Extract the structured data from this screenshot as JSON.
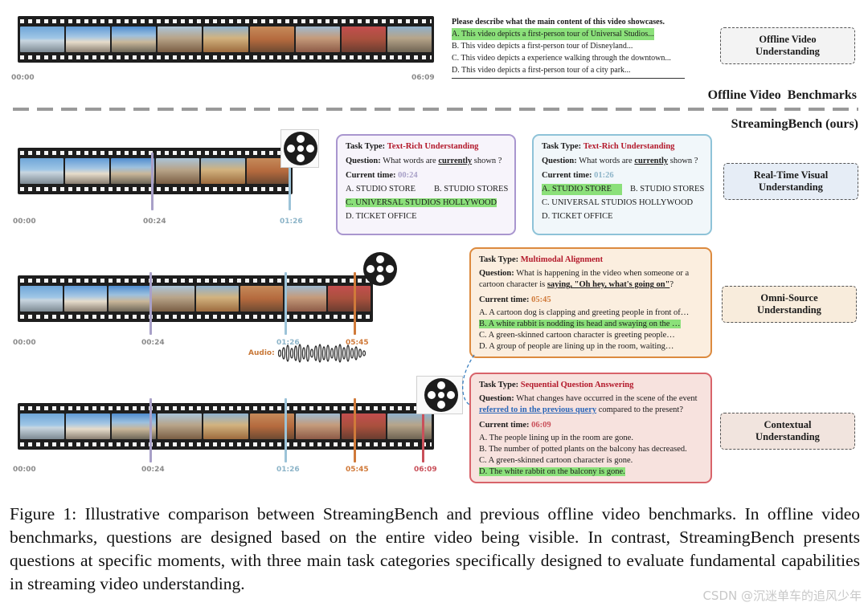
{
  "offline": {
    "start": "00:00",
    "end": "06:09",
    "question": "Please describe what the main content of this video showcases.",
    "options": [
      "A. This video depicts a first-person tour of Universal Studios...",
      "B. This video depicts a first-person tour of Disneyland...",
      "C. This video depicts a experience walking through the downtown...",
      "D. This video depicts a first-person tour of a city park..."
    ],
    "category": "Offline Video Understanding",
    "benchmark_label": "Offline Video  Benchmarks"
  },
  "streaming_label": "StreamingBench (ours)",
  "realtime": {
    "ticks": [
      "00:00",
      "00:24",
      "01:26"
    ],
    "category": "Real-Time Visual Understanding",
    "box1": {
      "task_prefix": "Task Type:",
      "task": "Text-Rich Understanding",
      "q_prefix": "Question:",
      "q_start": "What words are",
      "q_under": "currently",
      "q_end": "shown ?",
      "time_prefix": "Current time:",
      "time": "00:24",
      "opt_a": "A. STUDIO STORE",
      "opt_b": "B. STUDIO STORES",
      "opt_c": "C. UNIVERSAL STUDIOS HOLLYWOOD",
      "opt_d": "D. TICKET OFFICE"
    },
    "box2": {
      "task_prefix": "Task Type:",
      "task": "Text-Rich Understanding",
      "q_prefix": "Question:",
      "q_start": "What words are",
      "q_under": "currently",
      "q_end": "shown ?",
      "time_prefix": "Current time:",
      "time": "01:26",
      "opt_a": "A. STUDIO STORE",
      "opt_b": "B. STUDIO STORES",
      "opt_c": "C. UNIVERSAL STUDIOS HOLLYWOOD",
      "opt_d": "D. TICKET OFFICE"
    }
  },
  "omni": {
    "ticks": [
      "00:00",
      "00:24",
      "01:26",
      "05:45"
    ],
    "audio_label": "Audio:",
    "category": "Omni-Source Understanding",
    "box": {
      "task_prefix": "Task Type:",
      "task": "Multimodal Alignment",
      "q_prefix": "Question:",
      "q_line1": "What is happening in the video when someone or a",
      "q_line2_start": "cartoon character is",
      "q_line2_under": "saying, \"Oh hey, what's going on\"",
      "q_line2_end": "?",
      "time_prefix": "Current time:",
      "time": "05:45",
      "options": [
        "A. A cartoon dog is clapping and greeting people in front of…",
        "B. A white rabbit is nodding its head and swaying on the …",
        "C. A green-skinned cartoon character is greeting people…",
        "D. A group of people are lining up in the room, waiting…"
      ]
    }
  },
  "contextual": {
    "ticks": [
      "00:00",
      "00:24",
      "01:26",
      "05:45",
      "06:09"
    ],
    "category": "Contextual Understanding",
    "box": {
      "task_prefix": "Task Type:",
      "task": "Sequential Question Answering",
      "q_prefix": "Question:",
      "q_line1": "What changes have occurred in the scene of the event",
      "q_ref": "referred to in the previous query",
      "q_line2_end": "compared to the present?",
      "time_prefix": "Current time:",
      "time": "06:09",
      "options": [
        "A. The people lining up in the room are gone.",
        "B. The number of potted plants on the balcony has decreased.",
        "C. A green-skinned cartoon character is gone.",
        "D. The white rabbit on the balcony is gone."
      ]
    }
  },
  "caption": "Figure 1: Illustrative comparison between StreamingBench and previous offline video benchmarks. In offline video benchmarks, questions are designed based on the entire video being visible. In contrast, StreamingBench presents questions at specific moments, with three main task categories specifically designed to evaluate fundamental capabilities in streaming video understanding.",
  "watermark": "CSDN @沉迷单车的追风少年",
  "colors": {
    "marker_00_24": "#a8a0c8",
    "marker_01_26": "#9cc3d8",
    "marker_05_45": "#d07a3a",
    "marker_06_09": "#c9505a",
    "box1_border": "#a996cf",
    "box2_border": "#8ec3d8",
    "omni_border": "#dc8a3e",
    "ctx_border": "#d8636a",
    "highlight": "#8be07a"
  }
}
